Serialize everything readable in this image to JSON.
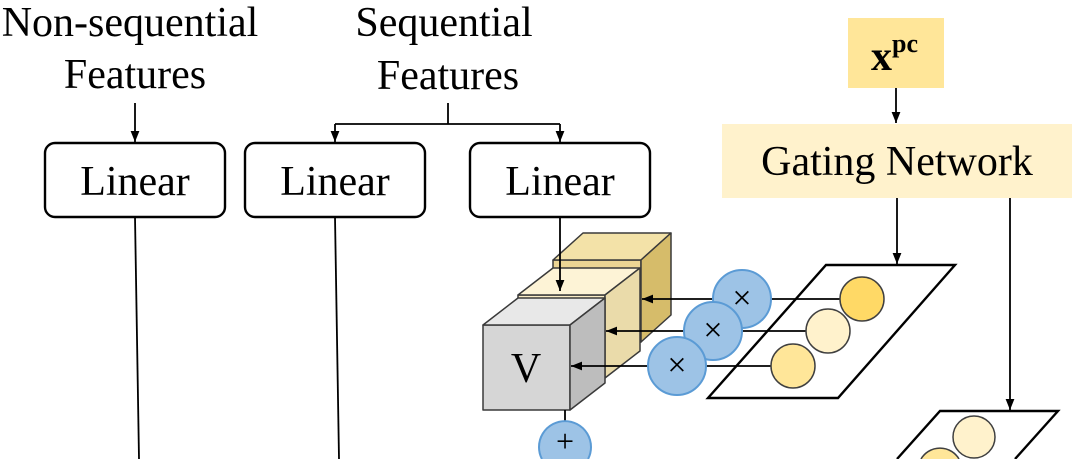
{
  "input_labels": {
    "non_sequential": {
      "line1": "Non-sequential",
      "line2": "Features"
    },
    "sequential": {
      "line1": "Sequential",
      "line2": "Features"
    }
  },
  "linear_layers": [
    "Linear",
    "Linear",
    "Linear"
  ],
  "pc_input": {
    "base": "x",
    "superscript": "pc"
  },
  "gating_network": {
    "label": "Gating Network"
  },
  "value_cube": {
    "label": "V"
  },
  "operators": {
    "multiply": [
      "×",
      "×",
      "×"
    ],
    "add": "+"
  },
  "colors": {
    "pc_input_fill": "#FFE699",
    "gating_network_fill": "#FFF2CC",
    "operator_fill": "#9DC3E6",
    "gate_weight_1": "#FFD966",
    "gate_weight_2": "#FFF2CC",
    "gate_weight_3": "#FFE699",
    "value_cube_front": "#D6D6D6",
    "middle_cube_front": "#FAEDC6",
    "back_cube_front": "#ECD594"
  }
}
